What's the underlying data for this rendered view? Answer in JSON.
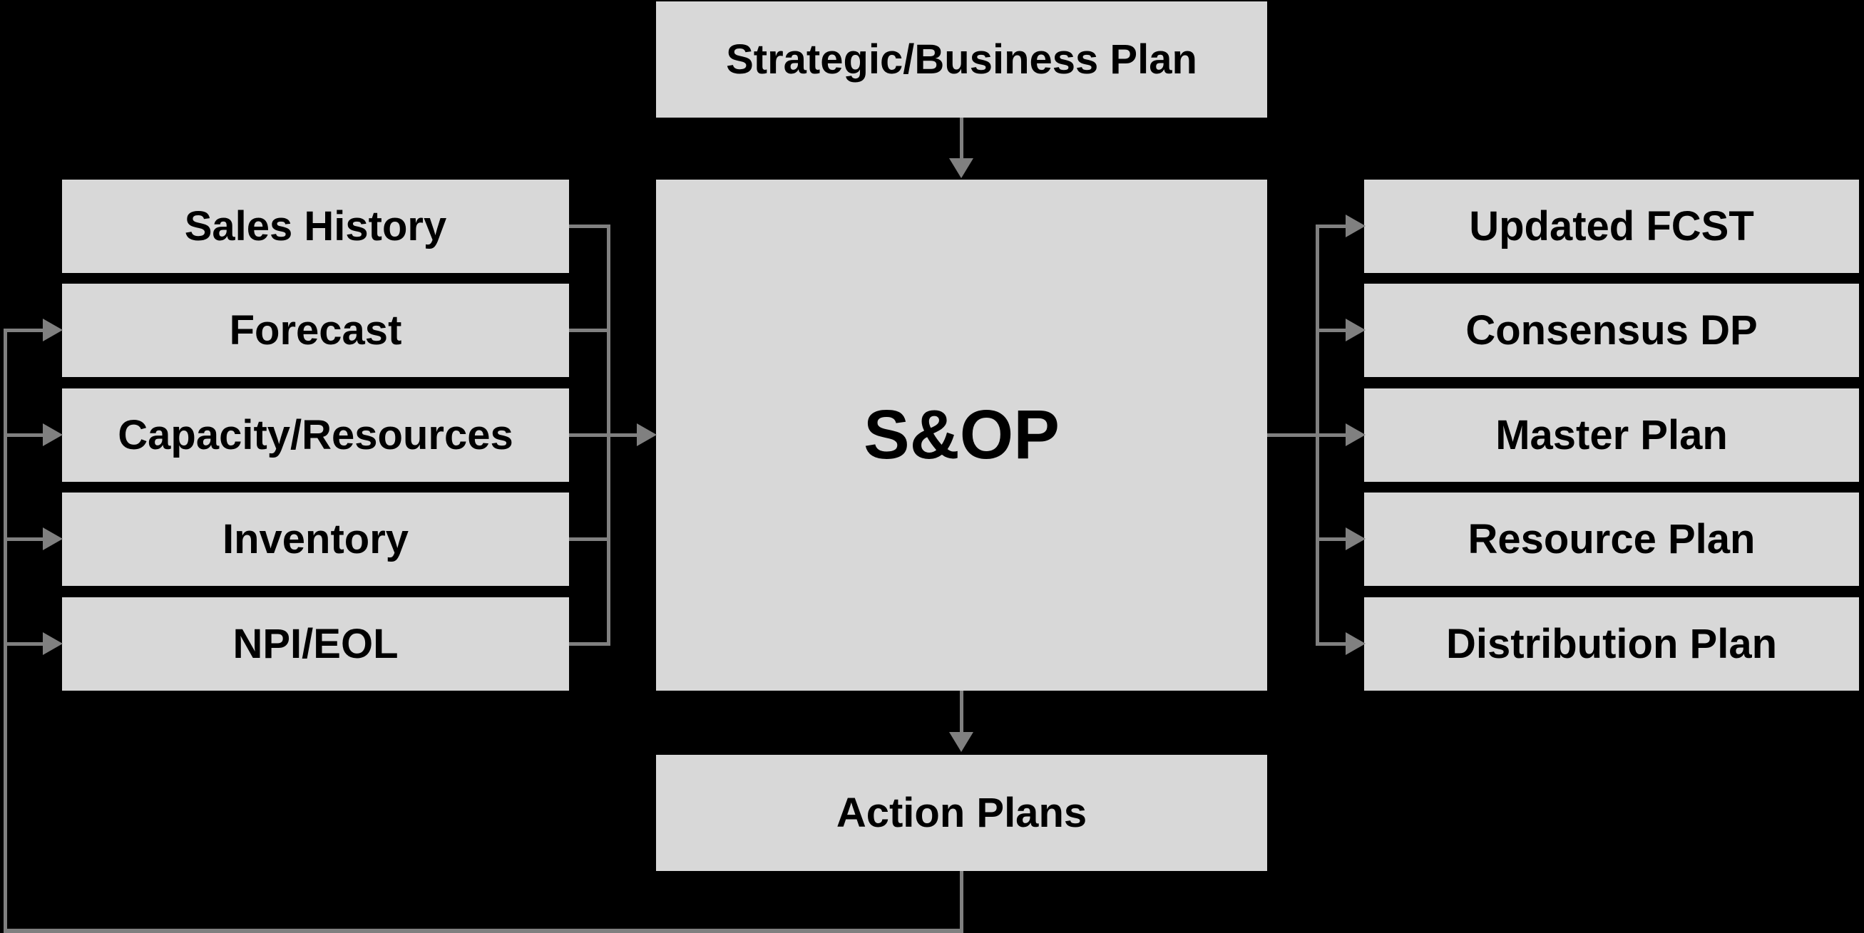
{
  "meta": {
    "title": "S&OP process flow diagram"
  },
  "colors": {
    "background": "#000000",
    "box_fill": "#d8d8d8",
    "connector": "#808080",
    "text": "#000000"
  },
  "diagram": {
    "top_input": {
      "label": "Strategic/Business Plan"
    },
    "center": {
      "label": "S&OP"
    },
    "bottom_output": {
      "label": "Action Plans"
    },
    "left_inputs": [
      {
        "label": "Sales History"
      },
      {
        "label": "Forecast"
      },
      {
        "label": "Capacity/Resources"
      },
      {
        "label": "Inventory"
      },
      {
        "label": "NPI/EOL"
      }
    ],
    "right_outputs": [
      {
        "label": "Updated FCST"
      },
      {
        "label": "Consensus DP"
      },
      {
        "label": "Master Plan"
      },
      {
        "label": "Resource Plan"
      },
      {
        "label": "Distribution Plan"
      }
    ],
    "connections": [
      {
        "from": "Strategic/Business Plan",
        "to": "S&OP"
      },
      {
        "from": "Sales History",
        "to": "S&OP"
      },
      {
        "from": "Forecast",
        "to": "S&OP"
      },
      {
        "from": "Capacity/Resources",
        "to": "S&OP"
      },
      {
        "from": "Inventory",
        "to": "S&OP"
      },
      {
        "from": "NPI/EOL",
        "to": "S&OP"
      },
      {
        "from": "S&OP",
        "to": "Updated FCST"
      },
      {
        "from": "S&OP",
        "to": "Consensus DP"
      },
      {
        "from": "S&OP",
        "to": "Master Plan"
      },
      {
        "from": "S&OP",
        "to": "Resource Plan"
      },
      {
        "from": "S&OP",
        "to": "Distribution Plan"
      },
      {
        "from": "S&OP",
        "to": "Action Plans"
      },
      {
        "from": "Action Plans",
        "to": "Forecast"
      },
      {
        "from": "Action Plans",
        "to": "Capacity/Resources"
      },
      {
        "from": "Action Plans",
        "to": "Inventory"
      },
      {
        "from": "Action Plans",
        "to": "NPI/EOL"
      }
    ]
  }
}
